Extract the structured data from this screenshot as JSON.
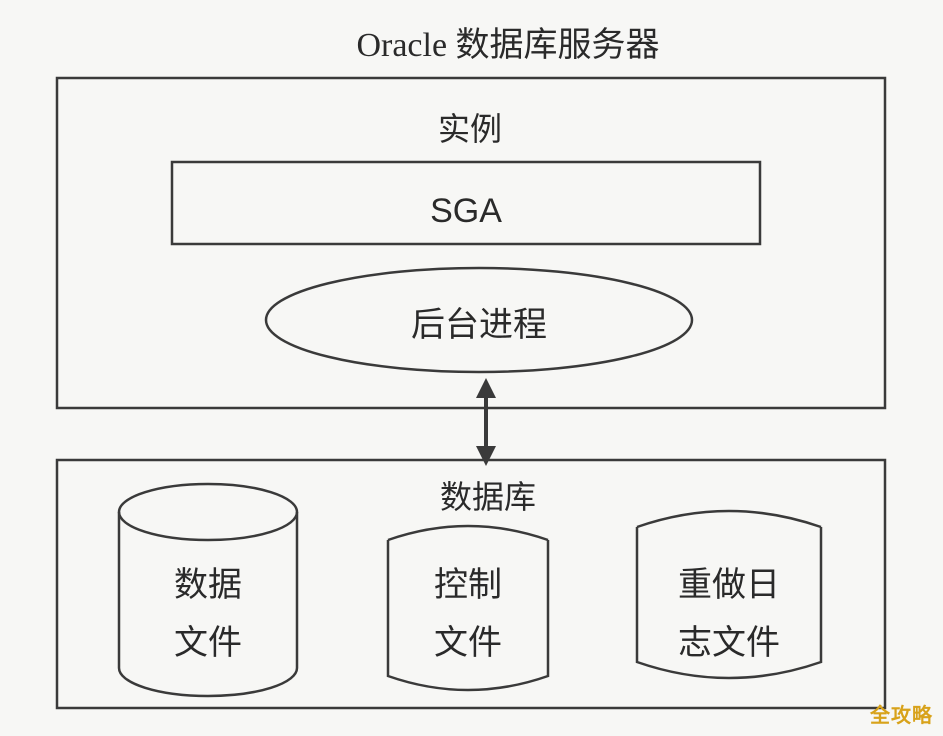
{
  "title": "Oracle 数据库服务器",
  "instance": {
    "label": "实例",
    "sga": "SGA",
    "background_process": "后台进程"
  },
  "database": {
    "label": "数据库",
    "files": [
      {
        "line1": "数据",
        "line2": "文件"
      },
      {
        "line1": "控制",
        "line2": "文件"
      },
      {
        "line1": "重做日",
        "line2": "志文件"
      }
    ]
  },
  "watermark": "全攻略",
  "colors": {
    "stroke": "#3a3a3a",
    "text": "#2a2a2a",
    "watermark": "#d8a21a"
  }
}
